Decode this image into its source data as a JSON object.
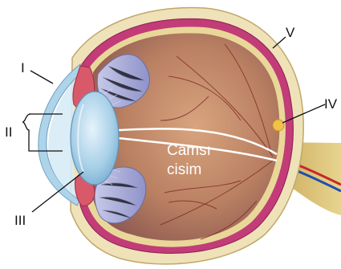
{
  "labels": {
    "l1": "I",
    "l2": "II",
    "l3": "III",
    "l4": "IV",
    "l5": "V"
  },
  "inner_text": {
    "line1": "Camsı",
    "line2": "cisim"
  },
  "colors": {
    "vitreous": "#c08a6a",
    "sclera": "#efe2b8",
    "choroid": "#b8306a",
    "lens": "#8ec3e0",
    "iris": "#d85a6a",
    "blood_vessel": "#8a2a2a",
    "nerve": "#d9c27a",
    "cornea": "#aed4ea"
  }
}
